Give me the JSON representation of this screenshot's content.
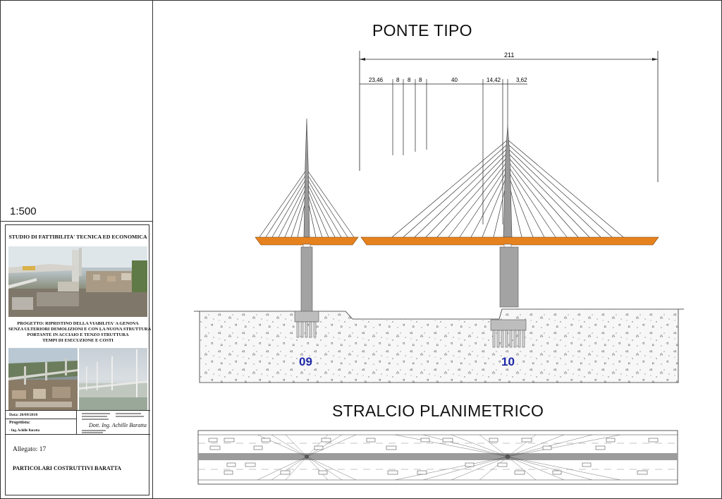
{
  "drawing": {
    "scale": "1:500",
    "title_main": "PONTE TIPO",
    "title_plan": "STRALCIO  PLANIMETRICO",
    "dimensions": {
      "total": "211",
      "segments": [
        "23,46",
        "8",
        "8",
        "8",
        "40",
        "14,42",
        "3,62"
      ]
    },
    "piers": [
      "09",
      "10"
    ]
  },
  "title_block": {
    "study": "STUDIO DI FATTIBILITA' TECNICA ED ECONOMICA",
    "project_lines": [
      "PROGETTO: RIPRISTINO DELLA VIABILITA' A GENOVA",
      "SENZA ULTERIORI DEMOLIZIONI E CON LA NUOVA STRUTTURA",
      "PORTANTE IN ACCIAIO E TENZO STRUTTURA",
      "TEMPI DI ESECUZIONE E COSTI"
    ],
    "date": "Data: 20/09/2018",
    "designer_label": "Progettista:",
    "designer": "- Ing. Achille Baratta",
    "signature": "Dott. Ing. Achille Baratta",
    "annex": "Allegato: 17",
    "subject": "PARTICOLARI COSTRUTTIVI BARATTA"
  },
  "colors": {
    "deck": "#e6821e",
    "pier": "#a3a3a3",
    "pier_label": "#1f2aa8",
    "lines": "#222222"
  }
}
